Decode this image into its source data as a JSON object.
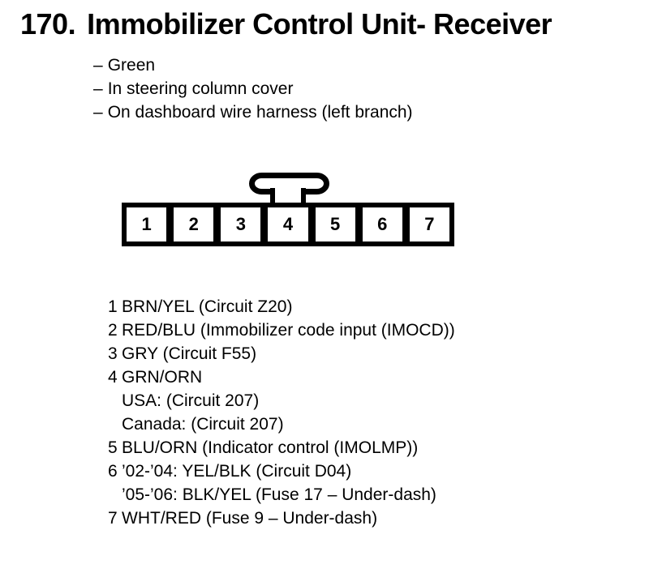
{
  "colors": {
    "ink": "#000000",
    "paper": "#ffffff"
  },
  "bullet_char": "–",
  "header": {
    "number": "170.",
    "title": "Immobilizer Control Unit- Receiver"
  },
  "details": [
    "Green",
    "In steering column cover",
    "On dashboard wire harness (left branch)"
  ],
  "connector": {
    "description": "7-cavity connector, latch tab on top",
    "pins": [
      "1",
      "2",
      "3",
      "4",
      "5",
      "6",
      "7"
    ]
  },
  "pinout": [
    {
      "pin": "1",
      "lines": [
        "BRN/YEL (Circuit Z20)"
      ]
    },
    {
      "pin": "2",
      "lines": [
        "RED/BLU (Immobilizer code input (IMOCD))"
      ]
    },
    {
      "pin": "3",
      "lines": [
        "GRY (Circuit F55)"
      ]
    },
    {
      "pin": "4",
      "lines": [
        "GRN/ORN",
        "USA: (Circuit 207)",
        "Canada: (Circuit 207)"
      ]
    },
    {
      "pin": "5",
      "lines": [
        "BLU/ORN (Indicator control (IMOLMP))"
      ]
    },
    {
      "pin": "6",
      "lines": [
        "’02-’04: YEL/BLK (Circuit D04)",
        "’05-’06: BLK/YEL (Fuse 17 – Under-dash)"
      ]
    },
    {
      "pin": "7",
      "lines": [
        "WHT/RED (Fuse 9 – Under-dash)"
      ]
    }
  ]
}
